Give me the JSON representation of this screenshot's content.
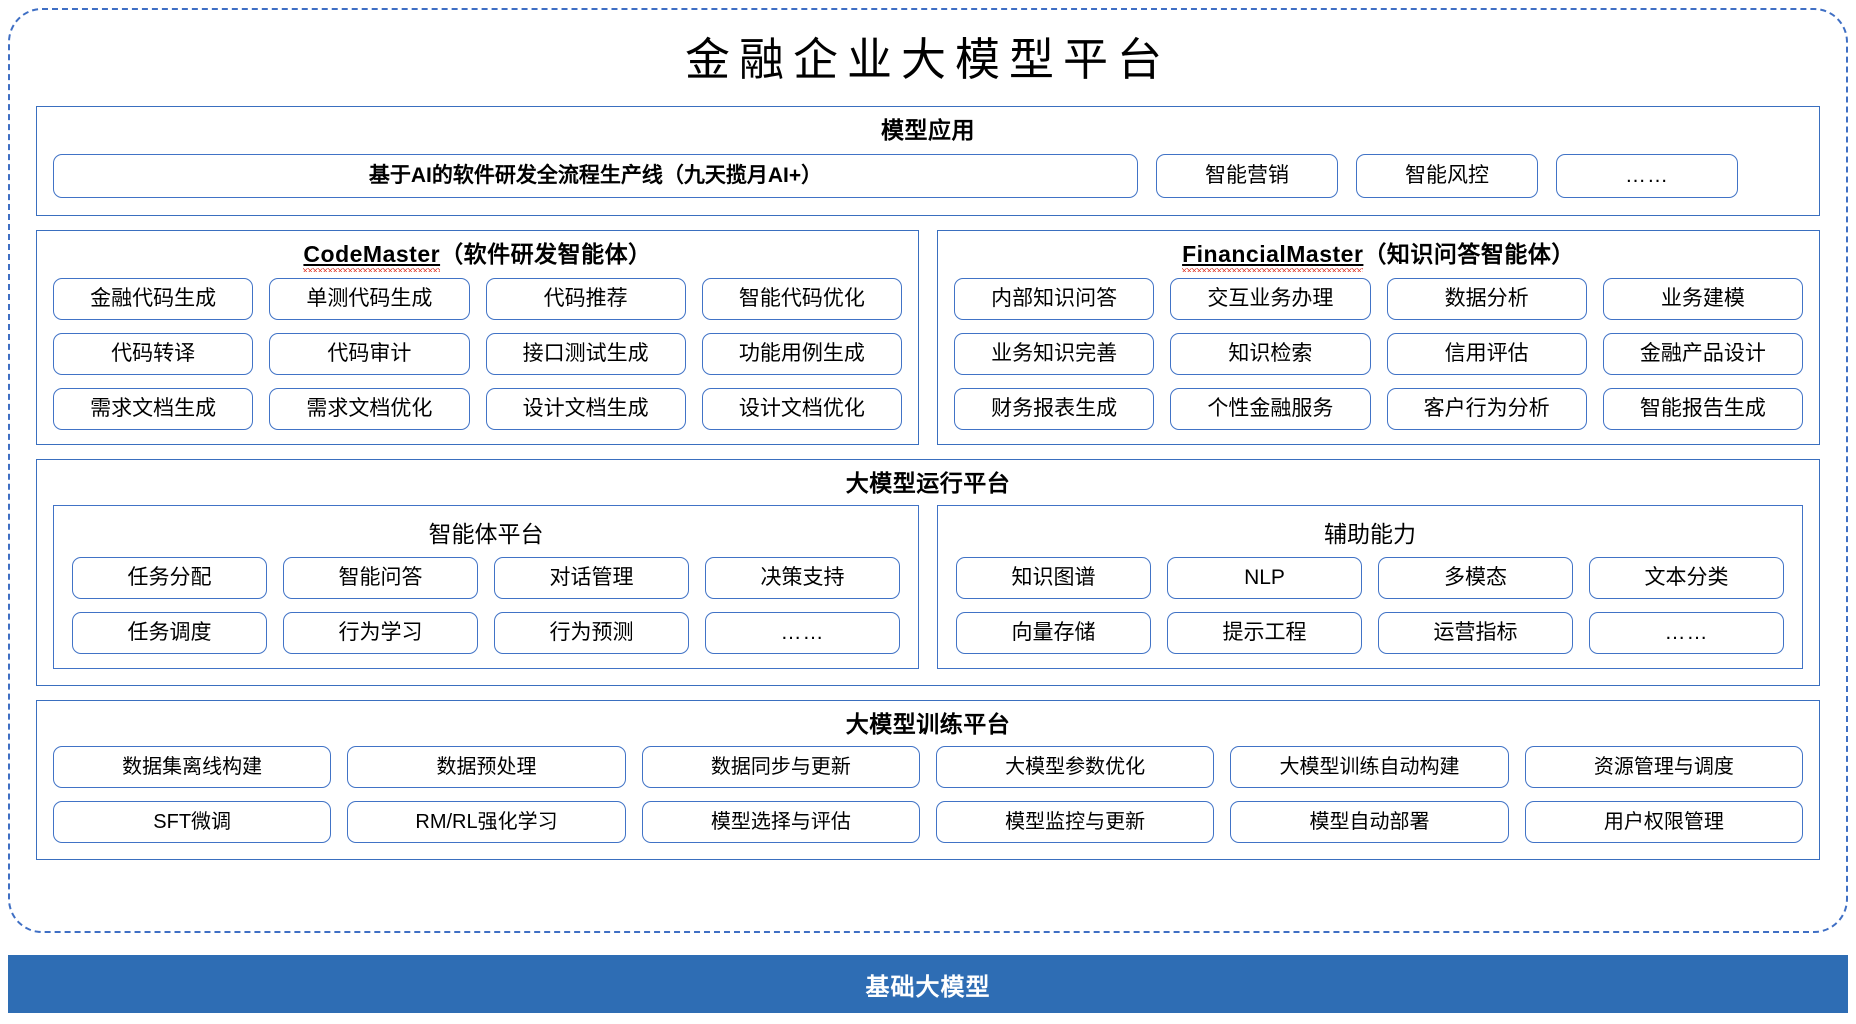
{
  "title": "金融企业大模型平台",
  "colors": {
    "frame_dashed": "#3f6fc4",
    "panel_border": "#3a6fbf",
    "pill_border": "#4173c6",
    "base_bar_bg": "#2e6db4",
    "base_bar_text": "#ffffff",
    "spellcheck_squiggle": "#e03b2c"
  },
  "sections": {
    "apps": {
      "title": "模型应用",
      "wide_item": "基于AI的软件研发全流程生产线（九天揽月AI+）",
      "items": [
        "智能营销",
        "智能风控",
        "……"
      ]
    },
    "masters": [
      {
        "name_en": "CodeMaster",
        "name_cn": "（软件研发智能体）",
        "items": [
          "金融代码生成",
          "单测代码生成",
          "代码推荐",
          "智能代码优化",
          "代码转译",
          "代码审计",
          "接口测试生成",
          "功能用例生成",
          "需求文档生成",
          "需求文档优化",
          "设计文档生成",
          "设计文档优化"
        ]
      },
      {
        "name_en": "FinancialMaster",
        "name_cn": "（知识问答智能体）",
        "items": [
          "内部知识问答",
          "交互业务办理",
          "数据分析",
          "业务建模",
          "业务知识完善",
          "知识检索",
          "信用评估",
          "金融产品设计",
          "财务报表生成",
          "个性金融服务",
          "客户行为分析",
          "智能报告生成"
        ]
      }
    ],
    "runtime": {
      "title": "大模型运行平台",
      "subpanels": [
        {
          "title": "智能体平台",
          "items": [
            "任务分配",
            "智能问答",
            "对话管理",
            "决策支持",
            "任务调度",
            "行为学习",
            "行为预测",
            "……"
          ]
        },
        {
          "title": "辅助能力",
          "items": [
            "知识图谱",
            "NLP",
            "多模态",
            "文本分类",
            "向量存储",
            "提示工程",
            "运营指标",
            "……"
          ]
        }
      ]
    },
    "training": {
      "title": "大模型训练平台",
      "items": [
        "数据集离线构建",
        "数据预处理",
        "数据同步与更新",
        "大模型参数优化",
        "大模型训练自动构建",
        "资源管理与调度",
        "SFT微调",
        "RM/RL强化学习",
        "模型选择与评估",
        "模型监控与更新",
        "模型自动部署",
        "用户权限管理"
      ]
    },
    "base": {
      "label": "基础大模型"
    }
  }
}
